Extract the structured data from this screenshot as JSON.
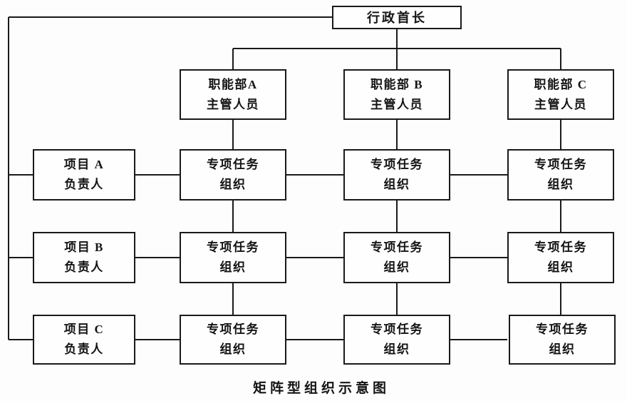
{
  "diagram": {
    "caption": "矩阵型组织示意图",
    "chief": {
      "label": "行政首长"
    },
    "departments": [
      {
        "line1": "职能部A",
        "line2": "主管人员"
      },
      {
        "line1": "职能部 B",
        "line2": "主管人员"
      },
      {
        "line1": "职能部 C",
        "line2": "主管人员"
      }
    ],
    "projects": [
      {
        "line1": "项目 A",
        "line2": "负责人"
      },
      {
        "line1": "项目 B",
        "line2": "负责人"
      },
      {
        "line1": "项目 C",
        "line2": "负责人"
      }
    ],
    "task_cell": {
      "line1": "专项任务",
      "line2": "组织"
    }
  },
  "colors": {
    "line": "#1a1a1a",
    "background": "#fdfdfd",
    "box_fill": "#fefefe",
    "text": "#141414"
  }
}
